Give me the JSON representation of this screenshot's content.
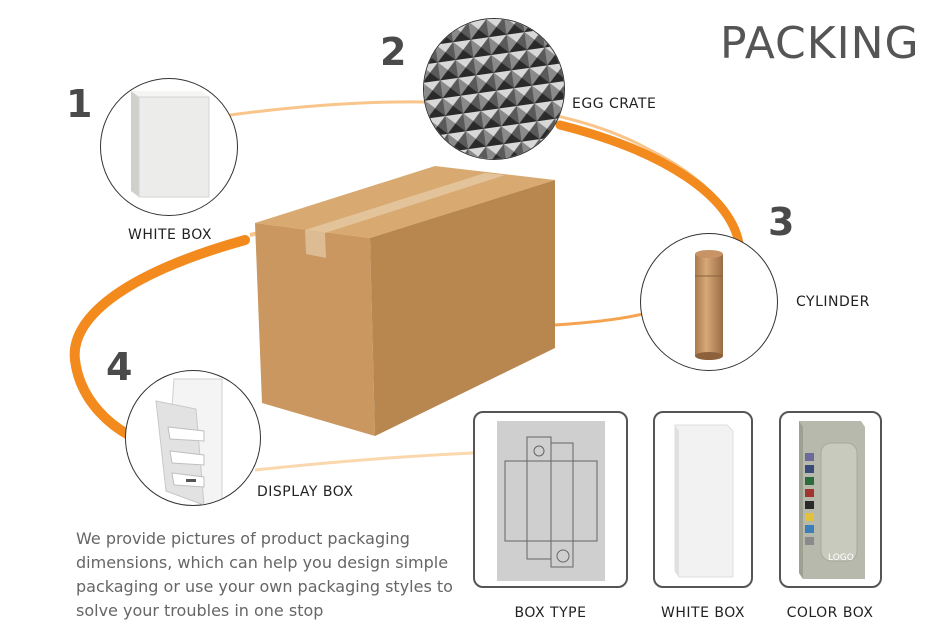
{
  "title": "PACKING",
  "items": [
    {
      "number": "1",
      "label": "WHITE BOX"
    },
    {
      "number": "2",
      "label": "EGG CRATE"
    },
    {
      "number": "3",
      "label": "CYLINDER"
    },
    {
      "number": "4",
      "label": "DISPLAY BOX"
    }
  ],
  "description": "We provide pictures of product packaging dimensions, which can help you design simple packaging or use your own packaging styles to solve your troubles in one stop",
  "cards": [
    {
      "caption": "BOX TYPE"
    },
    {
      "caption": "WHITE BOX"
    },
    {
      "caption": "COLOR BOX",
      "logo_text": "LOGO"
    }
  ],
  "colors": {
    "accent": "#f28a1e",
    "kraft": "#c9975f",
    "text": "#555555"
  }
}
